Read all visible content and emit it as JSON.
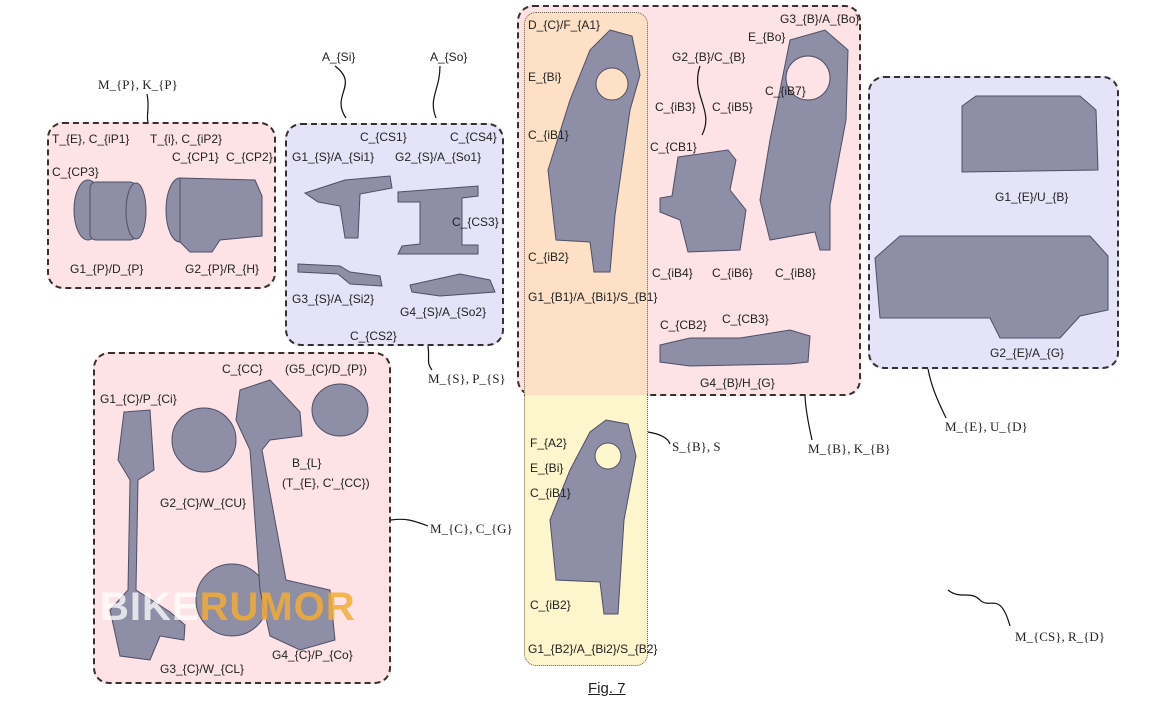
{
  "figure_caption": "Fig. 7",
  "watermark": {
    "part1": "BIKE",
    "part2": "RUMOR"
  },
  "colors": {
    "pink": "#fde3e6",
    "lavender": "#e5e3f8",
    "orange": "#fde0c6",
    "yellow": "#fdf6cc",
    "part_gray": "#8e8fa6"
  },
  "groups": {
    "p": {
      "ref": "M_{P}, K_{P}",
      "labels": [
        "T_{E}, C_{iP1}",
        "T_{i}, C_{iP2}",
        "C_{CP1}",
        "C_{CP2}",
        "C_{CP3}",
        "G1_{P}/D_{P}",
        "G2_{P}/R_{H}"
      ]
    },
    "s": {
      "ref": "M_{S}, P_{S}",
      "arrows": [
        "A_{Si}",
        "A_{So}"
      ],
      "labels": [
        "C_{CS1}",
        "G1_{S}/A_{Si1}",
        "G2_{S}/A_{So1}",
        "C_{CS4}",
        "C_{CS3}",
        "G3_{S}/A_{Si2}",
        "C_{CS2}",
        "G4_{S}/A_{So2}"
      ]
    },
    "b": {
      "ref": "M_{B}, K_{B}",
      "labels": [
        "D_{C}/F_{A1}",
        "E_{Bi}",
        "C_{iB1}",
        "C_{iB2}",
        "G1_{B1}/A_{Bi1}/S_{B1}",
        "G2_{B}/C_{B}",
        "C_{iB3}",
        "C_{iB5}",
        "C_{CB1}",
        "C_{iB4}",
        "C_{iB6}",
        "E_{Bo}",
        "G3_{B}/A_{Bo}",
        "C_{iB7}",
        "C_{iB8}",
        "C_{CB2}",
        "C_{CB3}",
        "G4_{B}/H_{G}"
      ]
    },
    "b2": {
      "ref": "S_{B}, S",
      "labels": [
        "F_{A2}",
        "E_{Bi}",
        "C_{iB1}",
        "C_{iB2}",
        "G1_{B2}/A_{Bi2}/S_{B2}"
      ]
    },
    "e": {
      "ref": "M_{E}, U_{D}",
      "labels": [
        "G1_{E}/U_{B}",
        "G2_{E}/A_{G}"
      ]
    },
    "c": {
      "ref": "M_{C}, C_{G}",
      "labels": [
        "G1_{C}/P_{Ci}",
        "C_{CC}",
        "(G5_{C}/D_{P})",
        "B_{L}",
        "(T_{E}, C'_{CC})",
        "G2_{C}/W_{CU}",
        "G3_{C}/W_{CL}",
        "G4_{C}/P_{Co}"
      ]
    },
    "cs": {
      "ref": "M_{CS}, R_{D}"
    }
  }
}
